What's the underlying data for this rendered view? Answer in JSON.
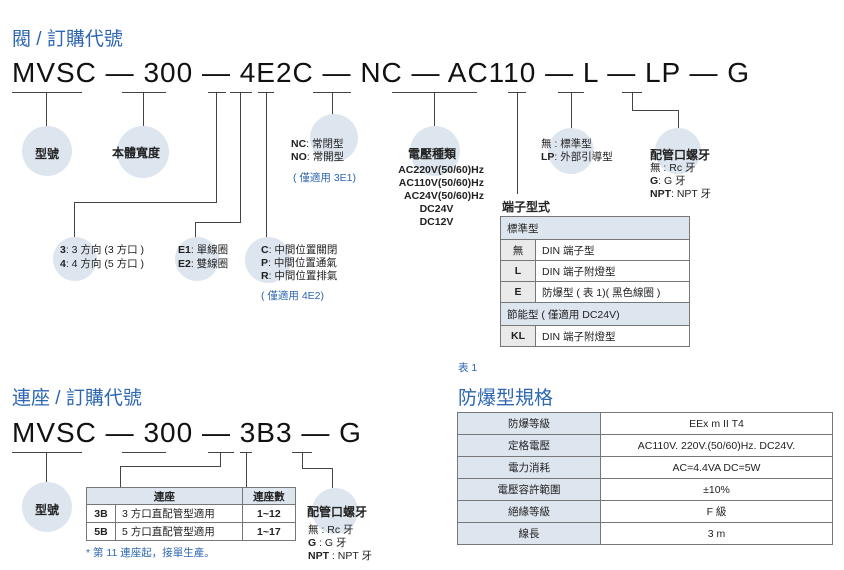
{
  "sec1": {
    "title": "閥 / 訂購代號",
    "code": "MVSC — 300 — 4E2C — NC — AC110 — L — LP — G",
    "bubbles": {
      "model": "型號",
      "width": "本體寬度",
      "voltage": "電壓種類",
      "pipe": "配管口螺牙"
    },
    "nc": {
      "nc": "NC",
      "nc_text": ": 常閉型",
      "no": "NO",
      "no_text": ": 常開型",
      "note": "( 僅適用 3E1)"
    },
    "voltages": [
      "AC220V(50/60)Hz",
      "AC110V(50/60)Hz",
      "AC24V(50/60)Hz",
      "DC24V",
      "DC12V"
    ],
    "lp": {
      "none": "無 : 標準型",
      "lp": "LP",
      "lp_text": ": 外部引導型"
    },
    "pipe": {
      "none": "無 : Rc 牙",
      "g": "G",
      "g_text": ": G 牙",
      "npt": "NPT",
      "npt_text": ": NPT 牙"
    },
    "ways": {
      "w3": "3",
      "w3_text": ": 3 方向 (3 方口 )",
      "w4": "4",
      "w4_text": ": 4 方向 (5 方口 )"
    },
    "coils": {
      "e1": "E1",
      "e1_text": ": 單線圈",
      "e2": "E2",
      "e2_text": ": 雙線圈"
    },
    "center": {
      "c": "C",
      "c_text": ": 中間位置關閉",
      "p": "P",
      "p_text": ": 中間位置通氣",
      "r": "R",
      "r_text": ": 中間位置排氣",
      "note": "( 僅適用 4E2)"
    }
  },
  "terminal": {
    "title": "端子型式",
    "std": "標準型",
    "rows": [
      [
        "無",
        "DIN 端子型"
      ],
      [
        "L",
        "DIN 端子附燈型"
      ],
      [
        "E",
        "防爆型 ( 表 1)( 黑色線圈 )"
      ]
    ],
    "eco": "節能型 ( 僅適用 DC24V)",
    "eco_row": [
      "KL",
      "DIN 端子附燈型"
    ]
  },
  "table1_label": "表 1",
  "sec2": {
    "title": "連座 / 訂購代號",
    "code": "MVSC — 300 — 3B3 — G",
    "bubble": "型號",
    "head": [
      "連座",
      "連座數"
    ],
    "rows": [
      [
        "3B",
        "3 方口直配管型適用",
        "1~12"
      ],
      [
        "5B",
        "5 方口直配管型適用",
        "1~17"
      ]
    ],
    "note": "* 第 11 連座起，接單生產。",
    "pipe": {
      "title": "配管口螺牙",
      "none": "無 : Rc 牙",
      "g": "G",
      "g_text": " : G 牙",
      "npt": "NPT",
      "npt_text": " : NPT 牙"
    }
  },
  "spec": {
    "title": "防爆型規格",
    "rows": [
      [
        "防爆等級",
        "EEx m II T4"
      ],
      [
        "定格電壓",
        "AC110V. 220V.(50/60)Hz. DC24V."
      ],
      [
        "電力消耗",
        "AC=4.4VA  DC=5W"
      ],
      [
        "電壓容許範圍",
        "±10%"
      ],
      [
        "絕緣等級",
        "F 級"
      ],
      [
        "線長",
        "3 m"
      ]
    ]
  }
}
